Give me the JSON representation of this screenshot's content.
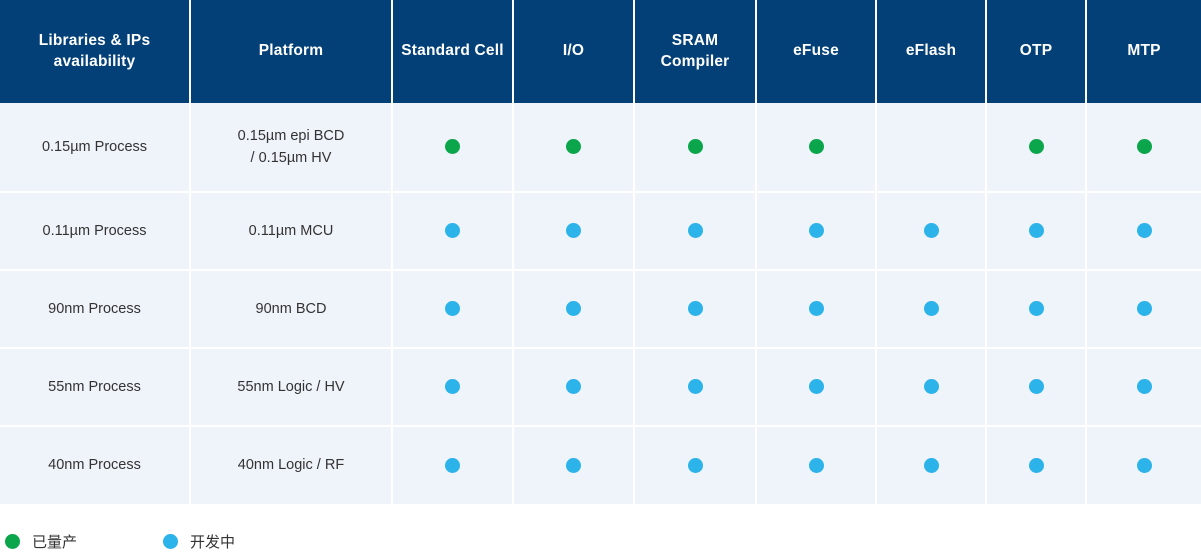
{
  "table": {
    "headers": [
      "Libraries  & IPs availability",
      "Platform",
      "Standard Cell",
      "I/O",
      "SRAM Compiler",
      "eFuse",
      "eFlash",
      "OTP",
      "MTP"
    ],
    "rows": [
      {
        "process": "0.15µm Process",
        "platform": "0.15µm epi BCD / 0.15µm HV",
        "platform_line1": "0.15µm epi BCD",
        "platform_line2": "/ 0.15µm HV",
        "status": [
          "produced",
          "produced",
          "produced",
          "produced",
          "none",
          "produced",
          "produced"
        ]
      },
      {
        "process": "0.11µm Process",
        "platform": "0.11µm MCU",
        "platform_line1": "0.11µm MCU",
        "platform_line2": "",
        "status": [
          "developing",
          "developing",
          "developing",
          "developing",
          "developing",
          "developing",
          "developing"
        ]
      },
      {
        "process": "90nm Process",
        "platform": "90nm BCD",
        "platform_line1": "90nm BCD",
        "platform_line2": "",
        "status": [
          "developing",
          "developing",
          "developing",
          "developing",
          "developing",
          "developing",
          "developing"
        ]
      },
      {
        "process": "55nm Process",
        "platform": "55nm Logic / HV",
        "platform_line1": "55nm Logic / HV",
        "platform_line2": "",
        "status": [
          "developing",
          "developing",
          "developing",
          "developing",
          "developing",
          "developing",
          "developing"
        ]
      },
      {
        "process": "40nm Process",
        "platform": "40nm Logic / RF",
        "platform_line1": "40nm Logic / RF",
        "platform_line2": "",
        "status": [
          "developing",
          "developing",
          "developing",
          "developing",
          "developing",
          "developing",
          "developing"
        ]
      }
    ]
  },
  "legend": {
    "items": [
      {
        "label": "已量产",
        "status": "produced",
        "color": "#0ba54b"
      },
      {
        "label": "开发中",
        "status": "developing",
        "color": "#2cb3e9"
      }
    ]
  },
  "colors": {
    "header_background": "#034078",
    "header_text": "#ffffff",
    "cell_background": "#eff3fa",
    "cell_text": "#333333",
    "grid_line": "#ffffff",
    "page_background": "#ffffff",
    "status_produced": "#0ba54b",
    "status_developing": "#2cb3e9"
  }
}
